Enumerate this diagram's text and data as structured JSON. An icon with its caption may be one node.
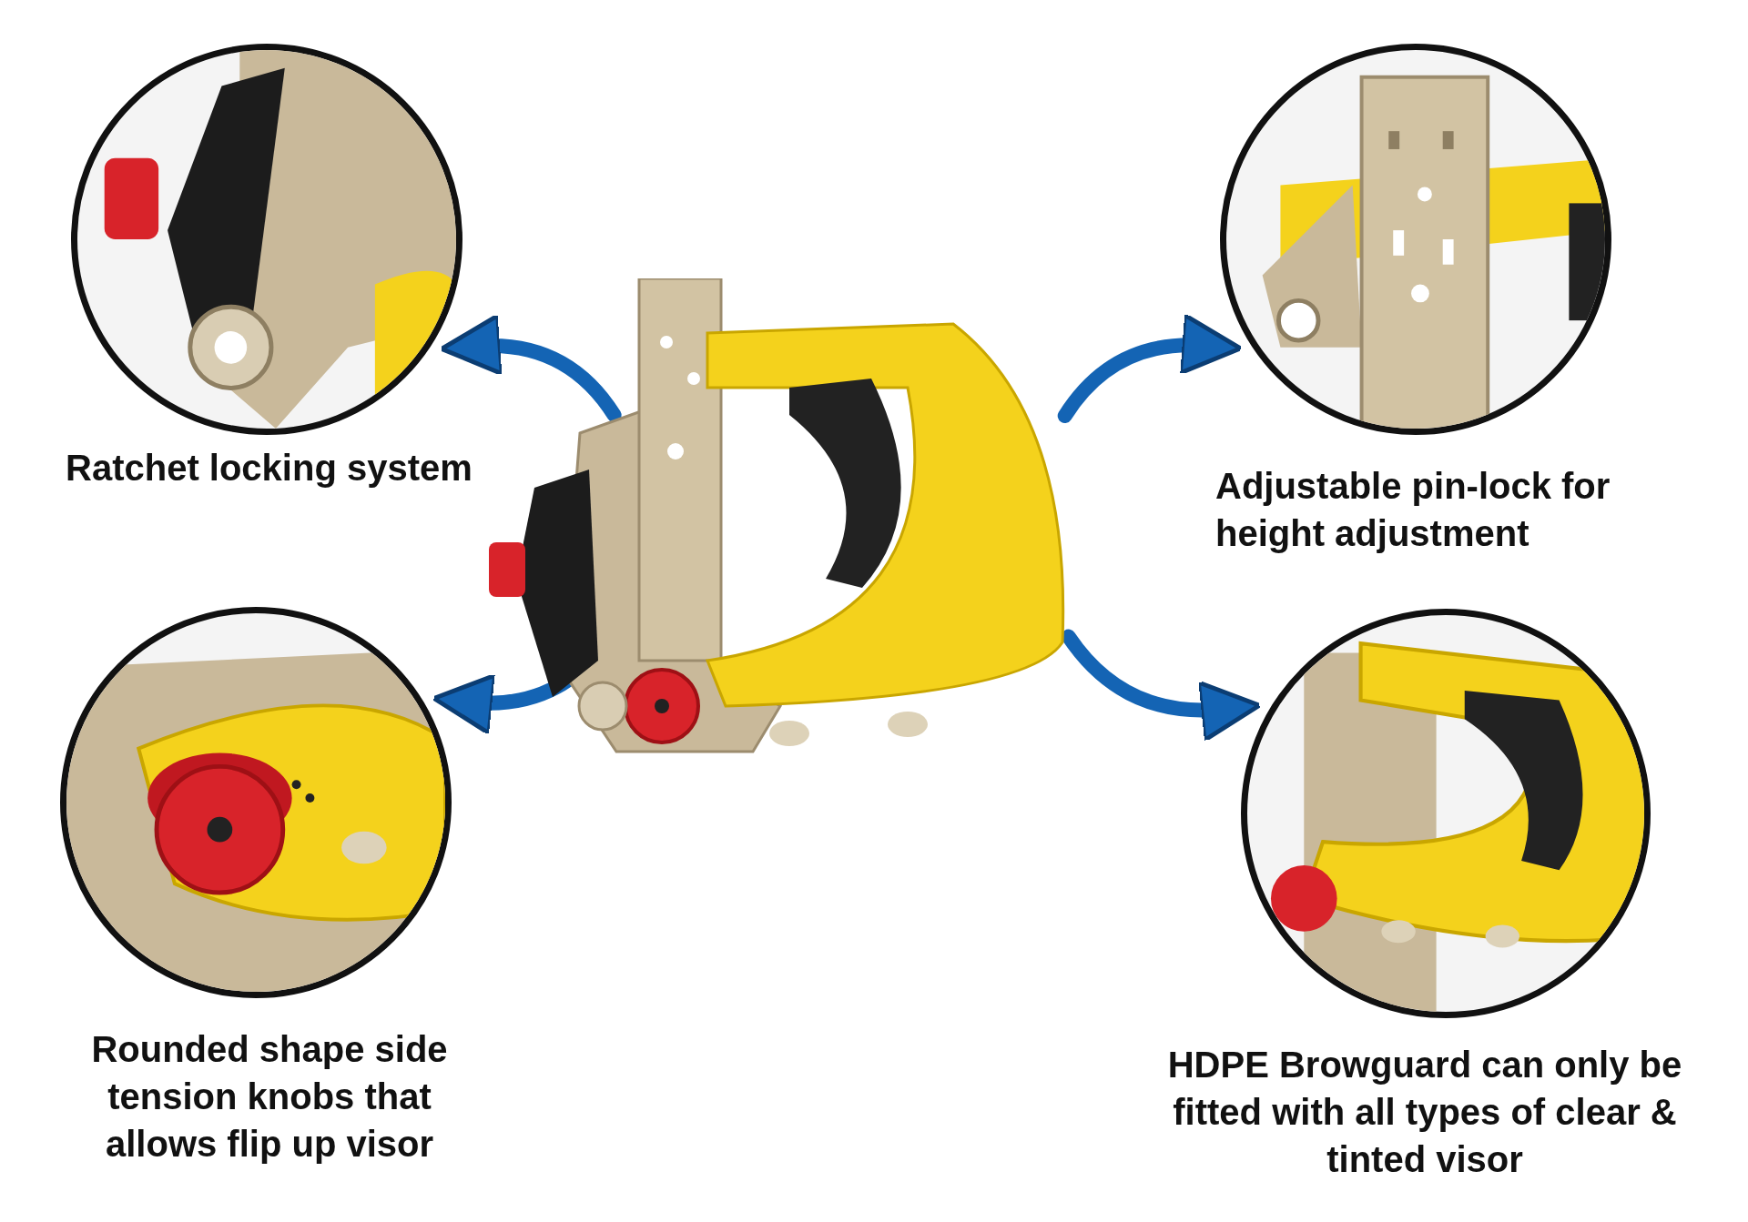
{
  "diagram": {
    "nodes": [
      {
        "text": [],
        "shape": "picture"
      },
      {
        "text": [
          "Ratchet locking system"
        ]
      },
      {
        "text": [
          "Adjustable pin-lock for height adjustment"
        ]
      },
      {
        "text": [
          "Rounded shape side tension knobs that allows flip up visor"
        ]
      },
      {
        "text": [
          "HDPE Browguard can only be fitted with all types of clear & tinted visor"
        ]
      }
    ],
    "edges": [
      {
        "from": 0,
        "to": 1,
        "arrow": "to"
      },
      {
        "from": 0,
        "to": 2,
        "arrow": "to"
      },
      {
        "from": 0,
        "to": 3,
        "arrow": "to"
      },
      {
        "from": 0,
        "to": 4,
        "arrow": "to"
      }
    ]
  }
}
